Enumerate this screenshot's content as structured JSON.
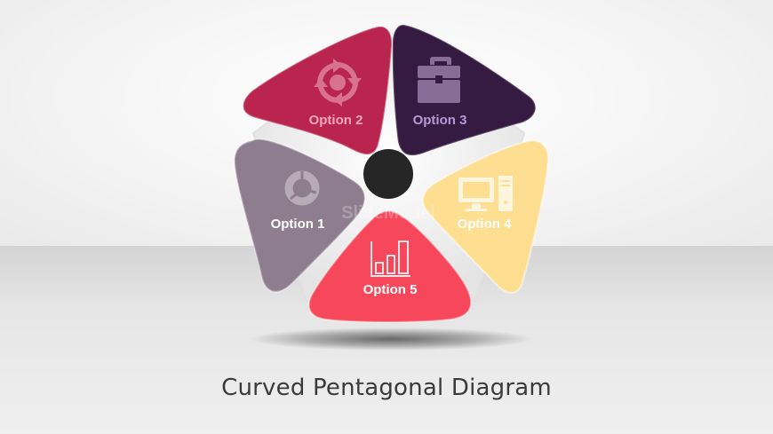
{
  "title": "Curved Pentagonal Diagram",
  "watermark": "SlideModel",
  "options": [
    {
      "label": "Option 1",
      "color": "#8e7d8f",
      "text_color": "#ffffff",
      "icon": "donut-chart-icon"
    },
    {
      "label": "Option 2",
      "color": "#b9254f",
      "text_color": "#f6a8bb",
      "icon": "cycle-arrows-icon"
    },
    {
      "label": "Option 3",
      "color": "#351a42",
      "text_color": "#b79ad4",
      "icon": "briefcase-icon"
    },
    {
      "label": "Option 4",
      "color": "#fedf91",
      "text_color": "#ffffff",
      "icon": "desktop-computer-icon"
    },
    {
      "label": "Option 5",
      "color": "#f6485a",
      "text_color": "#ffffff",
      "icon": "bar-chart-icon"
    }
  ],
  "center_color": "#262626"
}
